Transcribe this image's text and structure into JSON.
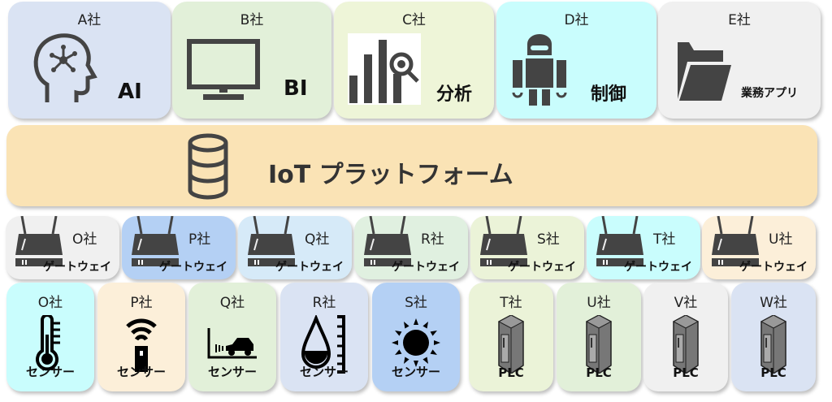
{
  "apps": [
    {
      "company": "A社",
      "label": "AI",
      "icon": "ai-head-icon",
      "color": "#dae3f3"
    },
    {
      "company": "B社",
      "label": "BI",
      "icon": "monitor-icon",
      "color": "#e2f0d9"
    },
    {
      "company": "C社",
      "label": "分析",
      "icon": "analytics-icon",
      "color": "#eef5d8"
    },
    {
      "company": "D社",
      "label": "制御",
      "icon": "robot-icon",
      "color": "#c9fdfd"
    },
    {
      "company": "E社",
      "label": "業務アプリ",
      "icon": "folder-icon",
      "color": "#f0f0f0"
    }
  ],
  "platform": {
    "label": "IoT プラットフォーム",
    "icon": "database-icon",
    "color": "#fae3b5"
  },
  "gateways": [
    {
      "company": "O社",
      "label": "ゲートウェイ",
      "color": "#f0f0f0"
    },
    {
      "company": "P社",
      "label": "ゲートウェイ",
      "color": "#b4d0f4"
    },
    {
      "company": "Q社",
      "label": "ゲートウェイ",
      "color": "#d6eaf8"
    },
    {
      "company": "R社",
      "label": "ゲートウェイ",
      "color": "#e0f0e0"
    },
    {
      "company": "S社",
      "label": "ゲートウェイ",
      "color": "#ebf3d8"
    },
    {
      "company": "T社",
      "label": "ゲートウェイ",
      "color": "#c9fdfd"
    },
    {
      "company": "U社",
      "label": "ゲートウェイ",
      "color": "#fcefd9"
    }
  ],
  "devices": [
    {
      "company": "O社",
      "label": "センサー",
      "icon": "thermometer-icon",
      "color": "#c9fdfd"
    },
    {
      "company": "P社",
      "label": "センサー",
      "icon": "wireless-sensor-icon",
      "color": "#fcefd9"
    },
    {
      "company": "Q社",
      "label": "センサー",
      "icon": "car-distance-icon",
      "color": "#e2f0d9"
    },
    {
      "company": "R社",
      "label": "センサー",
      "icon": "water-level-icon",
      "color": "#dae3f3"
    },
    {
      "company": "S社",
      "label": "センサー",
      "icon": "sun-icon",
      "color": "#b4d0f4"
    },
    {
      "company": "T社",
      "label": "PLC",
      "icon": "plc-icon",
      "color": "#ebf3d8"
    },
    {
      "company": "U社",
      "label": "PLC",
      "icon": "plc-icon",
      "color": "#e2f0d9"
    },
    {
      "company": "V社",
      "label": "PLC",
      "icon": "plc-icon",
      "color": "#f0f0f0"
    },
    {
      "company": "W社",
      "label": "PLC",
      "icon": "plc-icon",
      "color": "#dae3f3"
    }
  ]
}
